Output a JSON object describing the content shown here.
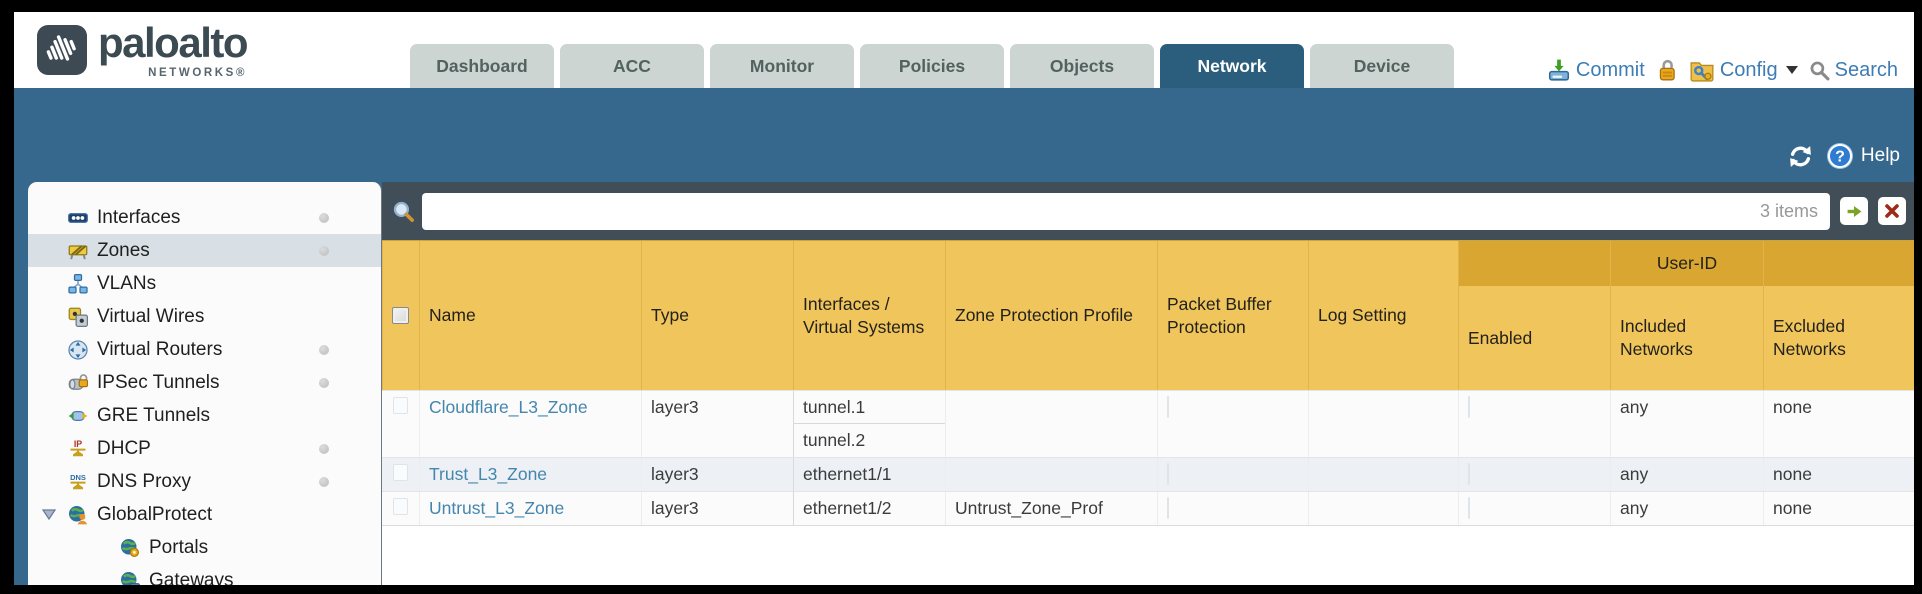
{
  "header": {
    "logo": {
      "brand": "paloalto",
      "sub": "NETWORKS®"
    },
    "tabs": [
      {
        "label": "Dashboard",
        "active": false
      },
      {
        "label": "ACC",
        "active": false
      },
      {
        "label": "Monitor",
        "active": false
      },
      {
        "label": "Policies",
        "active": false
      },
      {
        "label": "Objects",
        "active": false
      },
      {
        "label": "Network",
        "active": true
      },
      {
        "label": "Device",
        "active": false
      }
    ],
    "actions": {
      "commit": "Commit",
      "config": "Config",
      "search": "Search"
    }
  },
  "subheader": {
    "help": "Help"
  },
  "sidebar": {
    "items": [
      {
        "label": "Interfaces",
        "icon": "interfaces-icon",
        "dot": true,
        "selected": false
      },
      {
        "label": "Zones",
        "icon": "zones-icon",
        "dot": true,
        "selected": true
      },
      {
        "label": "VLANs",
        "icon": "vlans-icon",
        "dot": false,
        "selected": false
      },
      {
        "label": "Virtual Wires",
        "icon": "virtual-wires-icon",
        "dot": false,
        "selected": false
      },
      {
        "label": "Virtual Routers",
        "icon": "virtual-routers-icon",
        "dot": true,
        "selected": false
      },
      {
        "label": "IPSec Tunnels",
        "icon": "ipsec-tunnels-icon",
        "dot": true,
        "selected": false
      },
      {
        "label": "GRE Tunnels",
        "icon": "gre-tunnels-icon",
        "dot": false,
        "selected": false
      },
      {
        "label": "DHCP",
        "icon": "dhcp-icon",
        "dot": true,
        "selected": false
      },
      {
        "label": "DNS Proxy",
        "icon": "dns-proxy-icon",
        "dot": true,
        "selected": false
      },
      {
        "label": "GlobalProtect",
        "icon": "globalprotect-icon",
        "dot": false,
        "selected": false,
        "expanded": true
      },
      {
        "label": "Portals",
        "icon": "portals-icon",
        "dot": false,
        "selected": false,
        "child": true
      },
      {
        "label": "Gateways",
        "icon": "gateways-icon",
        "dot": false,
        "selected": false,
        "child": true
      }
    ]
  },
  "toolbar": {
    "filter_value": "",
    "filter_placeholder": "",
    "items_count": "3 items"
  },
  "table": {
    "group_header": "User-ID",
    "columns": [
      "Name",
      "Type",
      "Interfaces / Virtual Systems",
      "Zone Protection Profile",
      "Packet Buffer Protection",
      "Log Setting",
      "Enabled",
      "Included Networks",
      "Excluded Networks"
    ],
    "rows": [
      {
        "selected": false,
        "name": "Cloudflare_L3_Zone",
        "type": "layer3",
        "interfaces": [
          "tunnel.1",
          "tunnel.2"
        ],
        "zone_protection_profile": "",
        "packet_buffer_protection": false,
        "log_setting": "",
        "user_id_enabled": false,
        "included_networks": "any",
        "excluded_networks": "none"
      },
      {
        "selected": false,
        "name": "Trust_L3_Zone",
        "type": "layer3",
        "interfaces": [
          "ethernet1/1"
        ],
        "zone_protection_profile": "",
        "packet_buffer_protection": false,
        "log_setting": "",
        "user_id_enabled": false,
        "included_networks": "any",
        "excluded_networks": "none"
      },
      {
        "selected": false,
        "name": "Untrust_L3_Zone",
        "type": "layer3",
        "interfaces": [
          "ethernet1/2"
        ],
        "zone_protection_profile": "Untrust_Zone_Prof",
        "packet_buffer_protection": false,
        "log_setting": "",
        "user_id_enabled": false,
        "included_networks": "any",
        "excluded_networks": "none"
      }
    ]
  },
  "colors": {
    "teal_band": "#35688c",
    "slate_band": "#414d57",
    "table_header_gold": "#f0c65c",
    "user_id_gold": "#d8a631",
    "active_tab": "#2b5e7d",
    "link_blue": "#4586ad",
    "brand_gray": "#3c4a52"
  }
}
